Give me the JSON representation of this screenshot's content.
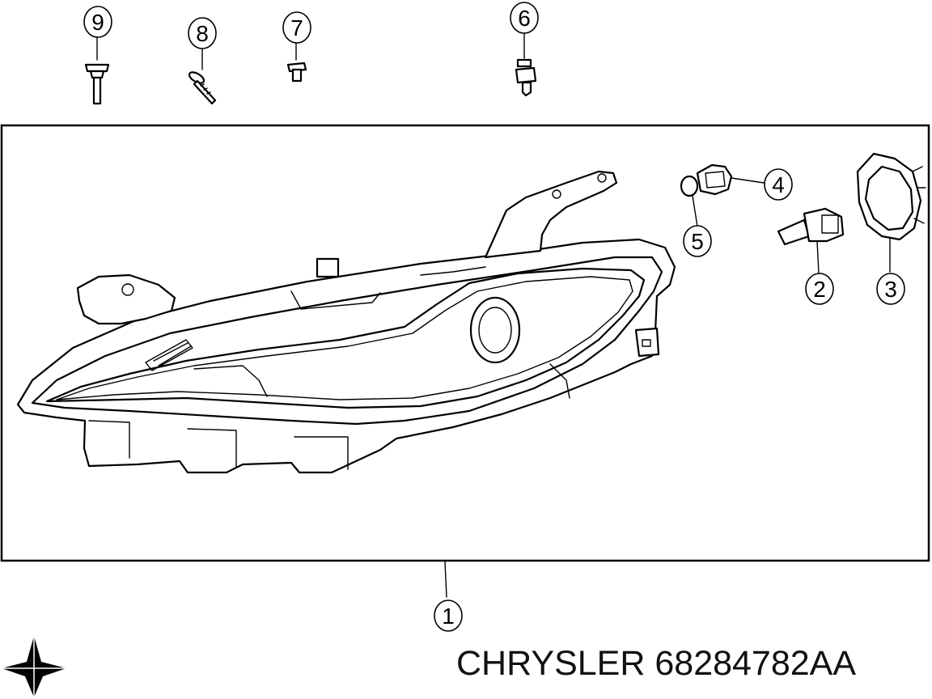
{
  "callouts": {
    "c1": "1",
    "c2": "2",
    "c3": "3",
    "c4": "4",
    "c5": "5",
    "c6": "6",
    "c7": "7",
    "c8": "8",
    "c9": "9"
  },
  "footer": {
    "brand": "CHRYSLER",
    "part_number": "68284782AA",
    "logo_icon": "pentastar-logo-icon"
  },
  "colors": {
    "line": "#000000",
    "background": "#ffffff"
  }
}
